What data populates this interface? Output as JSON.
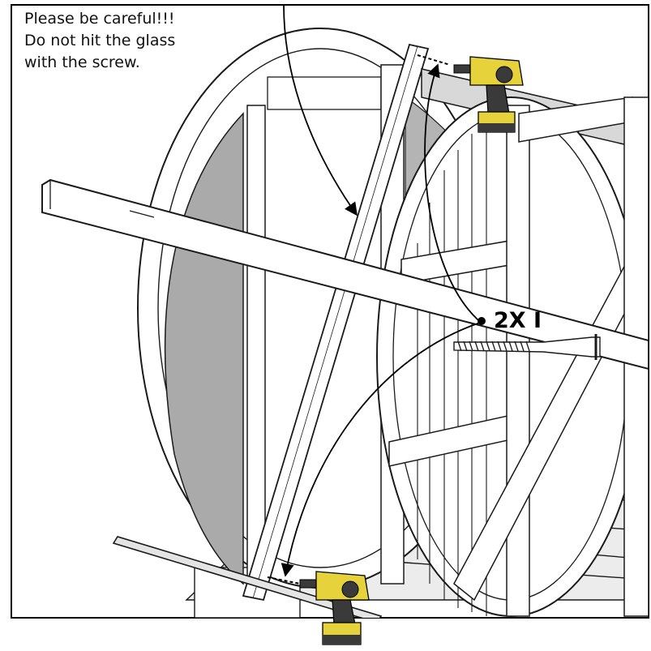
{
  "note": {
    "lines": [
      "Please be careful!!!",
      "Do not hit the glass",
      "with the screw."
    ]
  },
  "callout": {
    "label": "2X I"
  },
  "icons": {
    "drill_top": "power-drill-icon",
    "drill_bottom": "power-drill-icon",
    "screw": "screw-icon"
  },
  "colors": {
    "glass": "#aaaaaa",
    "wood": "#ffffff",
    "shade": "#d8d8d8",
    "outline": "#1a1a1a",
    "drill_yellow": "#e6d23a",
    "drill_dark": "#3a3a3a"
  }
}
